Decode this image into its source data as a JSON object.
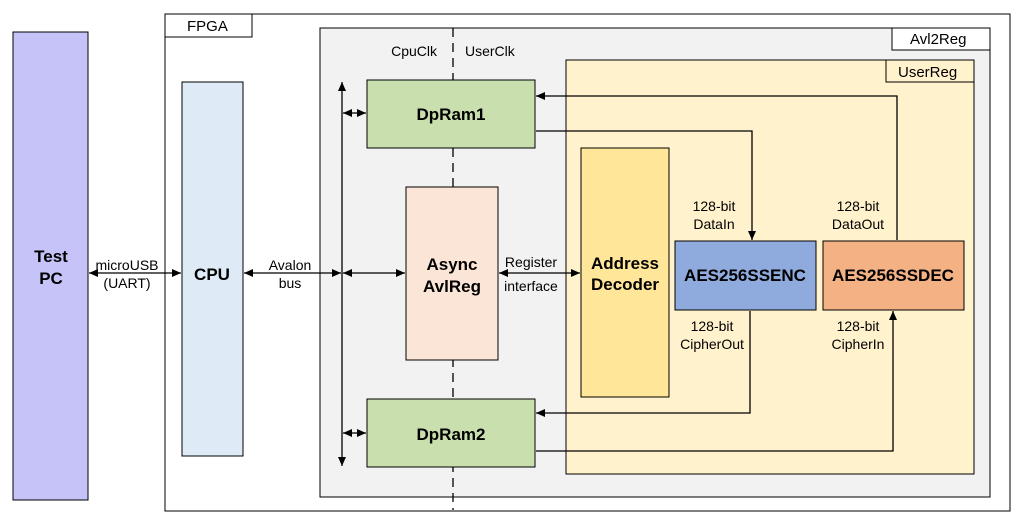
{
  "regions": {
    "fpga": "FPGA",
    "avl2reg": "Avl2Reg",
    "userreg": "UserReg"
  },
  "clocks": {
    "cpu": "CpuClk",
    "user": "UserClk"
  },
  "blocks": {
    "test_pc": [
      "Test",
      "PC"
    ],
    "cpu": "CPU",
    "dpram1": "DpRam1",
    "dpram2": "DpRam2",
    "async_avlreg": [
      "Async",
      "AvlReg"
    ],
    "address_decoder": [
      "Address",
      "Decoder"
    ],
    "aes_enc": "AES256SSENC",
    "aes_dec": "AES256SSDEC"
  },
  "links": {
    "microusb": [
      "microUSB",
      "(UART)"
    ],
    "avalon": [
      "Avalon",
      "bus"
    ],
    "register_if": [
      "Register",
      "interface"
    ],
    "datain": [
      "128-bit",
      "DataIn"
    ],
    "dataout": [
      "128-bit",
      "DataOut"
    ],
    "cipherout": [
      "128-bit",
      "CipherOut"
    ],
    "cipherin": [
      "128-bit",
      "CipherIn"
    ]
  },
  "colors": {
    "test_pc": "#c5c3f7",
    "cpu": "#deebf7",
    "avl2reg": "#f2f2f2",
    "userreg": "#fff2cc",
    "dpram": "#c9e0ae",
    "async": "#fbe5d6",
    "decoder": "#ffe699",
    "aes_enc": "#8faadc",
    "aes_dec": "#f4b183"
  }
}
